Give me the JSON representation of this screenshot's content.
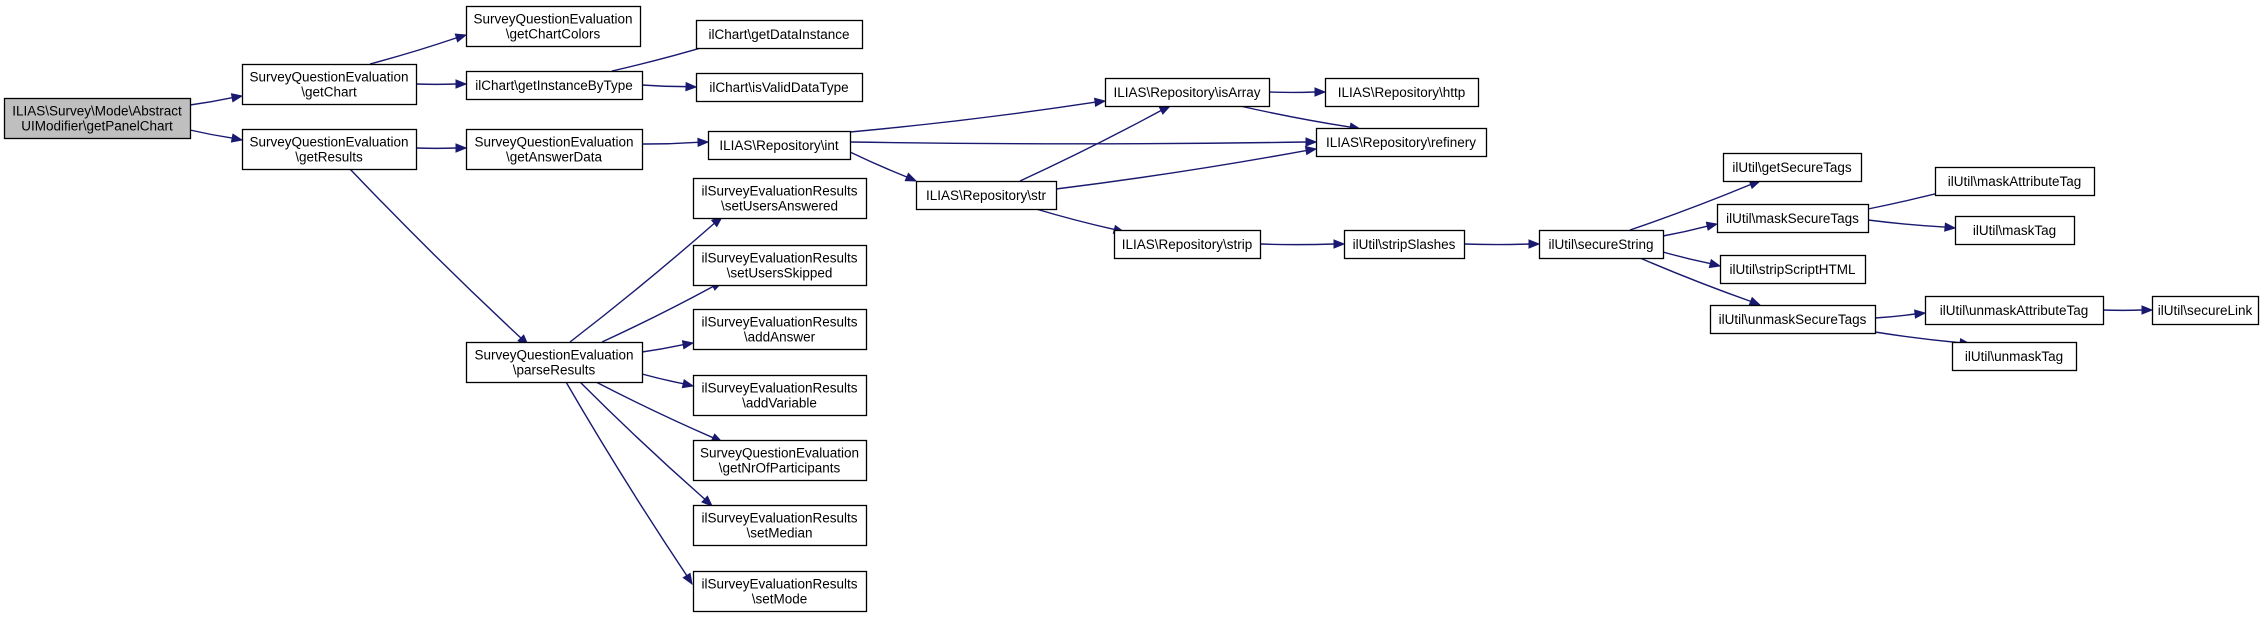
{
  "diagram": {
    "nodes": [
      {
        "id": "root",
        "lines": [
          "ILIAS\\Survey\\Mode\\Abstract",
          "UIModifier\\getPanelChart"
        ],
        "root": true
      },
      {
        "id": "getChart",
        "lines": [
          "SurveyQuestionEvaluation",
          "\\getChart"
        ]
      },
      {
        "id": "getResults",
        "lines": [
          "SurveyQuestionEvaluation",
          "\\getResults"
        ]
      },
      {
        "id": "getChartColors",
        "lines": [
          "SurveyQuestionEvaluation",
          "\\getChartColors"
        ]
      },
      {
        "id": "getInstanceByType",
        "lines": [
          "ilChart\\getInstanceByType"
        ]
      },
      {
        "id": "getDataInstance",
        "lines": [
          "ilChart\\getDataInstance"
        ]
      },
      {
        "id": "isValidDataType",
        "lines": [
          "ilChart\\isValidDataType"
        ]
      },
      {
        "id": "getAnswerData",
        "lines": [
          "SurveyQuestionEvaluation",
          "\\getAnswerData"
        ]
      },
      {
        "id": "parseResults",
        "lines": [
          "SurveyQuestionEvaluation",
          "\\parseResults"
        ]
      },
      {
        "id": "setUsersAnswered",
        "lines": [
          "ilSurveyEvaluationResults",
          "\\setUsersAnswered"
        ]
      },
      {
        "id": "setUsersSkipped",
        "lines": [
          "ilSurveyEvaluationResults",
          "\\setUsersSkipped"
        ]
      },
      {
        "id": "addAnswer",
        "lines": [
          "ilSurveyEvaluationResults",
          "\\addAnswer"
        ]
      },
      {
        "id": "addVariable",
        "lines": [
          "ilSurveyEvaluationResults",
          "\\addVariable"
        ]
      },
      {
        "id": "getNrOfParticipants",
        "lines": [
          "SurveyQuestionEvaluation",
          "\\getNrOfParticipants"
        ]
      },
      {
        "id": "setMedian",
        "lines": [
          "ilSurveyEvaluationResults",
          "\\setMedian"
        ]
      },
      {
        "id": "setMode",
        "lines": [
          "ilSurveyEvaluationResults",
          "\\setMode"
        ]
      },
      {
        "id": "repoInt",
        "lines": [
          "ILIAS\\Repository\\int"
        ]
      },
      {
        "id": "repoStr",
        "lines": [
          "ILIAS\\Repository\\str"
        ]
      },
      {
        "id": "repoIsArray",
        "lines": [
          "ILIAS\\Repository\\isArray"
        ]
      },
      {
        "id": "repoHttp",
        "lines": [
          "ILIAS\\Repository\\http"
        ]
      },
      {
        "id": "repoRefinery",
        "lines": [
          "ILIAS\\Repository\\refinery"
        ]
      },
      {
        "id": "repoStrip",
        "lines": [
          "ILIAS\\Repository\\strip"
        ]
      },
      {
        "id": "stripSlashes",
        "lines": [
          "ilUtil\\stripSlashes"
        ]
      },
      {
        "id": "secureString",
        "lines": [
          "ilUtil\\secureString"
        ]
      },
      {
        "id": "getSecureTags",
        "lines": [
          "ilUtil\\getSecureTags"
        ]
      },
      {
        "id": "maskSecureTags",
        "lines": [
          "ilUtil\\maskSecureTags"
        ]
      },
      {
        "id": "stripScriptHTML",
        "lines": [
          "ilUtil\\stripScriptHTML"
        ]
      },
      {
        "id": "unmaskSecureTags",
        "lines": [
          "ilUtil\\unmaskSecureTags"
        ]
      },
      {
        "id": "maskAttributeTag",
        "lines": [
          "ilUtil\\maskAttributeTag"
        ]
      },
      {
        "id": "maskTag",
        "lines": [
          "ilUtil\\maskTag"
        ]
      },
      {
        "id": "unmaskAttributeTag",
        "lines": [
          "ilUtil\\unmaskAttributeTag"
        ]
      },
      {
        "id": "unmaskTag",
        "lines": [
          "ilUtil\\unmaskTag"
        ]
      },
      {
        "id": "secureLink",
        "lines": [
          "ilUtil\\secureLink"
        ]
      }
    ],
    "edges": [
      [
        "root",
        "getChart"
      ],
      [
        "root",
        "getResults"
      ],
      [
        "getChart",
        "getChartColors"
      ],
      [
        "getChart",
        "getInstanceByType"
      ],
      [
        "getInstanceByType",
        "getDataInstance"
      ],
      [
        "getInstanceByType",
        "isValidDataType"
      ],
      [
        "getResults",
        "getAnswerData"
      ],
      [
        "getResults",
        "parseResults"
      ],
      [
        "getAnswerData",
        "repoInt"
      ],
      [
        "parseResults",
        "setUsersAnswered"
      ],
      [
        "parseResults",
        "setUsersSkipped"
      ],
      [
        "parseResults",
        "addAnswer"
      ],
      [
        "parseResults",
        "addVariable"
      ],
      [
        "parseResults",
        "getNrOfParticipants"
      ],
      [
        "parseResults",
        "setMedian"
      ],
      [
        "parseResults",
        "setMode"
      ],
      [
        "repoInt",
        "repoIsArray"
      ],
      [
        "repoInt",
        "repoRefinery"
      ],
      [
        "repoInt",
        "repoStr"
      ],
      [
        "repoStr",
        "repoIsArray"
      ],
      [
        "repoStr",
        "repoRefinery"
      ],
      [
        "repoStr",
        "repoStrip"
      ],
      [
        "repoIsArray",
        "repoHttp"
      ],
      [
        "repoIsArray",
        "repoRefinery"
      ],
      [
        "repoStrip",
        "stripSlashes"
      ],
      [
        "stripSlashes",
        "secureString"
      ],
      [
        "secureString",
        "getSecureTags"
      ],
      [
        "secureString",
        "maskSecureTags"
      ],
      [
        "secureString",
        "stripScriptHTML"
      ],
      [
        "secureString",
        "unmaskSecureTags"
      ],
      [
        "maskSecureTags",
        "maskAttributeTag"
      ],
      [
        "maskSecureTags",
        "maskTag"
      ],
      [
        "unmaskSecureTags",
        "unmaskAttributeTag"
      ],
      [
        "unmaskSecureTags",
        "unmaskTag"
      ],
      [
        "unmaskAttributeTag",
        "secureLink"
      ]
    ]
  }
}
